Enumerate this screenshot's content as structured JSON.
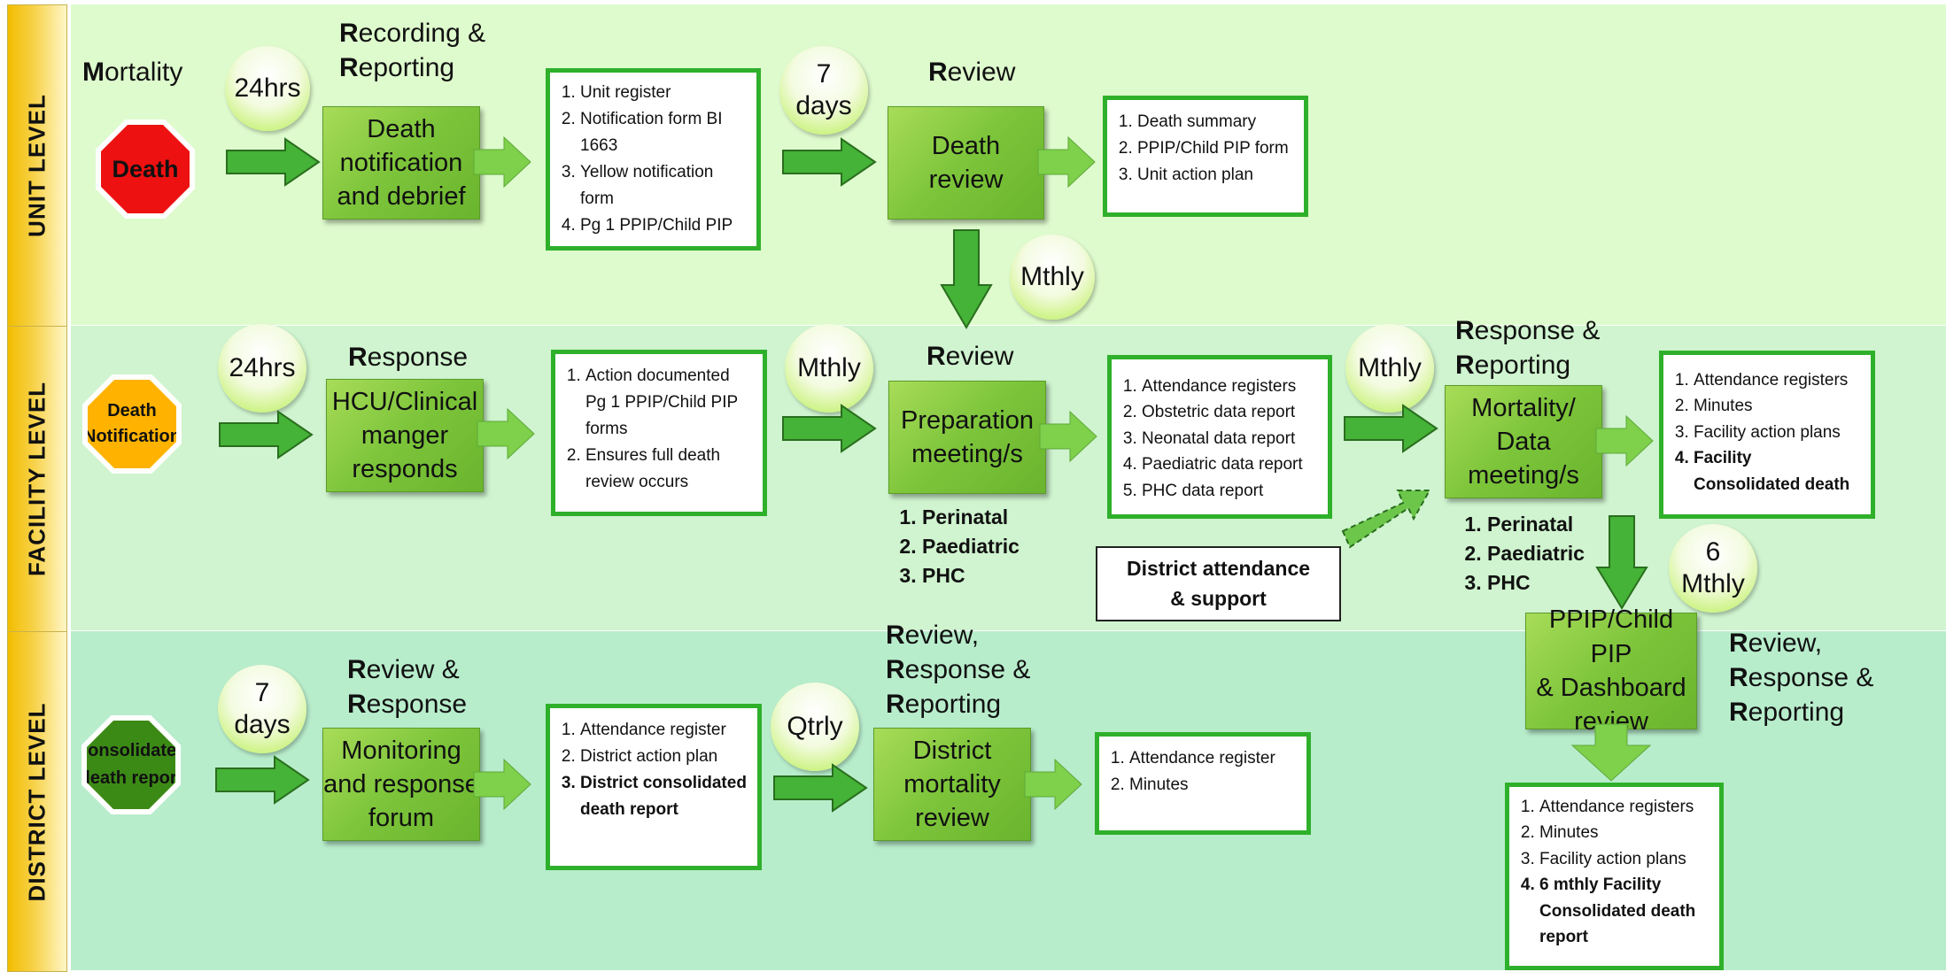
{
  "lanes": {
    "unit": "UNIT LEVEL",
    "facility": "FACILITY LEVEL",
    "district": "DISTRICT LEVEL"
  },
  "colors": {
    "unit_band": "#defbcd",
    "facility_band": "#cff4cf",
    "district_band": "#b8edcc",
    "arrow_green": "#44b337",
    "box_border": "#2fb02b",
    "stop_red": "#ee1111",
    "stop_amber": "#ffb300",
    "stop_dark_green": "#3c8a16"
  },
  "unit": {
    "mortality_first": "M",
    "mortality_rest": "ortality",
    "death_stop": "Death",
    "timer1": "24hrs",
    "step1_title": [
      {
        "first": "R",
        "rest": "ecording &"
      },
      {
        "first": "R",
        "rest": "eporting"
      }
    ],
    "step1_box": [
      "Death",
      "notification",
      "and debrief"
    ],
    "list1": [
      "Unit register",
      "Notification form BI 1663",
      "Yellow notification form",
      "Pg 1 PPIP/Child PIP"
    ],
    "timer2": [
      "7",
      "days"
    ],
    "step2_title": [
      {
        "first": "R",
        "rest": "eview"
      }
    ],
    "step2_box": [
      "Death",
      "review"
    ],
    "list2": [
      "Death summary",
      "PPIP/Child PIP form",
      "Unit action plan"
    ],
    "timer_down": "Mthly"
  },
  "facility": {
    "stop": [
      "Death",
      "Notification"
    ],
    "timer1": "24hrs",
    "step1_title": [
      {
        "first": "R",
        "rest": "esponse"
      }
    ],
    "step1_box": [
      "HCU/Clinical",
      "manger",
      "responds"
    ],
    "list1": [
      "Action documented Pg 1 PPIP/Child PIP forms",
      "Ensures full death review occurs"
    ],
    "timer2": "Mthly",
    "step2_title": [
      {
        "first": "R",
        "rest": "eview"
      }
    ],
    "step2_box": [
      "Preparation",
      "meeting/s"
    ],
    "bold_list1": [
      "Perinatal",
      "Paediatric",
      "PHC"
    ],
    "list2": [
      "Attendance registers",
      "Obstetric data report",
      "Neonatal data report",
      "Paediatric data report",
      "PHC data report"
    ],
    "support_box": [
      "District attendance",
      "& support"
    ],
    "timer3": "Mthly",
    "step3_title": [
      {
        "first": "R",
        "rest": "esponse &"
      },
      {
        "first": "R",
        "rest": "eporting"
      }
    ],
    "step3_box": [
      "Mortality/",
      "Data",
      "meeting/s"
    ],
    "bold_list2": [
      "Perinatal",
      "Paediatric",
      "PHC"
    ],
    "list3": [
      "Attendance registers",
      "Minutes",
      "Facility action plans",
      "Facility Consolidated death"
    ],
    "timer_down": [
      "6",
      "Mthly"
    ]
  },
  "district": {
    "stop": [
      "Consolidated",
      "death report"
    ],
    "timer1": [
      "7",
      "days"
    ],
    "step1_title": [
      {
        "first": "R",
        "rest": "eview &"
      },
      {
        "first": "R",
        "rest": "esponse"
      }
    ],
    "step1_box": [
      "Monitoring",
      "and response",
      "forum"
    ],
    "list1": [
      "Attendance register",
      "District action plan",
      "District consolidated death report"
    ],
    "timer2": "Qtrly",
    "step2_title": [
      {
        "first": "R",
        "rest": "eview,"
      },
      {
        "first": "R",
        "rest": "esponse &"
      },
      {
        "first": "R",
        "rest": "eporting"
      }
    ],
    "step2_box": [
      "District",
      "mortality",
      "review"
    ],
    "list2": [
      "Attendance register",
      "Minutes"
    ],
    "step3_box": [
      "PPIP/Child PIP",
      "& Dashboard",
      "review"
    ],
    "step3_title": [
      {
        "first": "R",
        "rest": "eview,"
      },
      {
        "first": "R",
        "rest": "esponse &"
      },
      {
        "first": "R",
        "rest": "eporting"
      }
    ],
    "list3": [
      "Attendance registers",
      "Minutes",
      "Facility action plans",
      "6 mthly Facility Consolidated death report"
    ]
  }
}
